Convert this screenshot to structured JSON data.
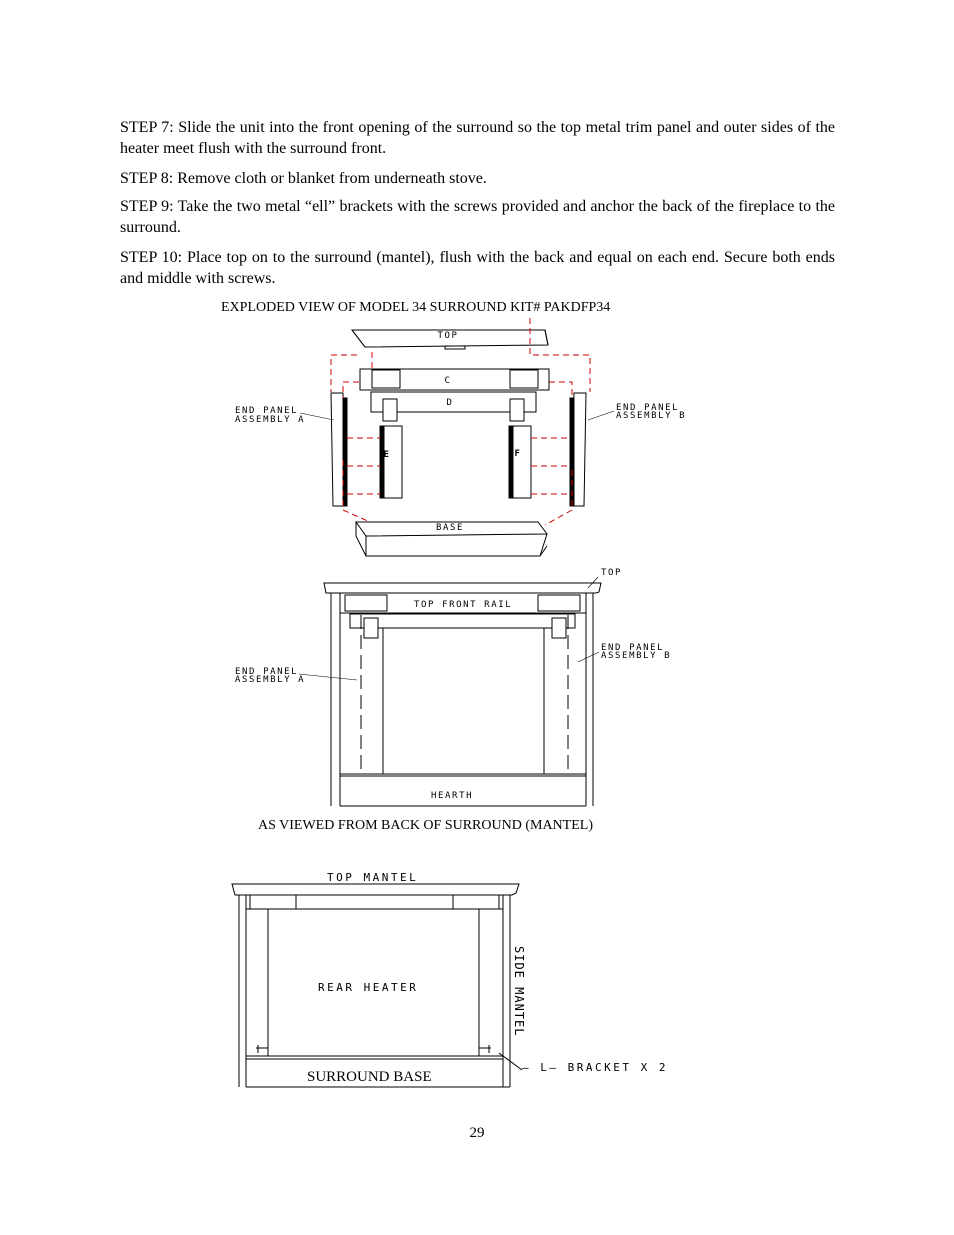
{
  "steps": [
    {
      "text": "STEP 7:  Slide the unit into the front opening of the surround so the top metal trim panel and outer sides of the heater meet flush with the surround front."
    },
    {
      "text": "STEP 8:  Remove cloth or blanket from underneath stove."
    },
    {
      "text": "STEP 9:  Take the two metal “ell” brackets with the screws provided and anchor the back of the fireplace to the surround."
    },
    {
      "text": "STEP 10:  Place top on to the surround (mantel), flush with the back and equal on each end. Secure both ends and middle with screws."
    }
  ],
  "exploded": {
    "caption": "EXPLODED VIEW OF MODEL 34 SURROUND KIT# PAKDFP34",
    "labels": {
      "top": "TOP",
      "c": "C",
      "d": "D",
      "e": "E",
      "f": "F",
      "base": "BASE",
      "end_a_line1": "END PANEL",
      "end_a_line2": "ASSEMBLY A",
      "end_b_line1": "END PANEL",
      "end_b_line2": "ASSEMBLY B"
    }
  },
  "back_view": {
    "caption": "AS VIEWED FROM BACK OF SURROUND (MANTEL)",
    "labels": {
      "top": "TOP",
      "top_front_rail": "TOP FRONT RAIL",
      "end_a_line1": "END PANEL",
      "end_a_line2": "ASSEMBLY A",
      "end_b_line1": "END PANEL",
      "end_b_line2": "ASSEMBLY B",
      "hearth": "HEARTH"
    }
  },
  "rear_view": {
    "labels": {
      "top_mantel": "TOP MANTEL",
      "rear_heater": "REAR HEATER",
      "side_mantel": "SIDE MANTEL",
      "l_bracket": "— L— BRACKET X 2",
      "surround_base": "SURROUND BASE"
    }
  },
  "page_number": "29"
}
